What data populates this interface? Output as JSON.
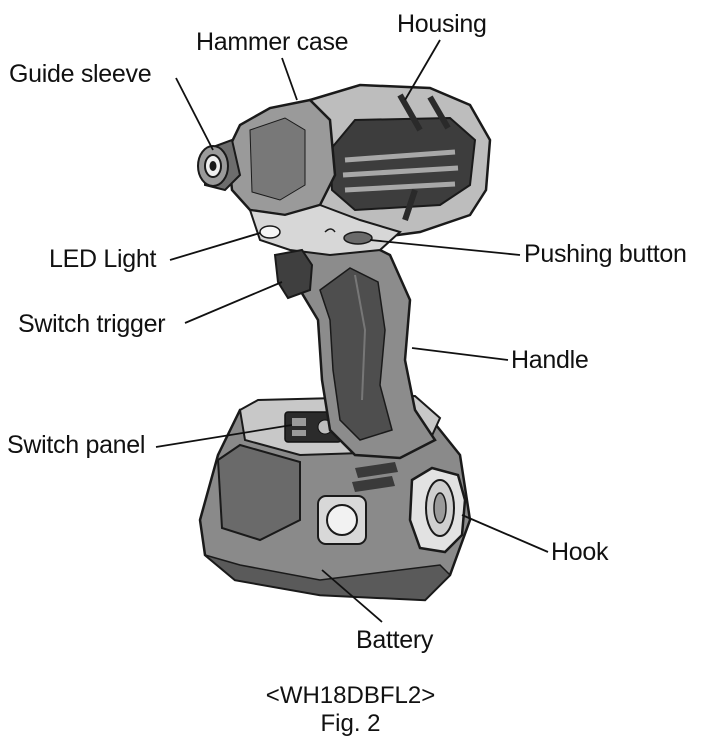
{
  "labels": {
    "guide_sleeve": "Guide sleeve",
    "hammer_case": "Hammer case",
    "housing": "Housing",
    "led_light": "LED Light",
    "pushing_button": "Pushing button",
    "switch_trigger": "Switch trigger",
    "handle": "Handle",
    "switch_panel": "Switch panel",
    "hook": "Hook",
    "battery": "Battery"
  },
  "caption": {
    "model": "<WH18DBFL2>",
    "figure": "Fig. 2"
  },
  "colors": {
    "body_gray": "#8c8c8c",
    "light_gray": "#c4c4c4",
    "dark_gray": "#4a4a4a",
    "outline": "#1a1a1a"
  }
}
